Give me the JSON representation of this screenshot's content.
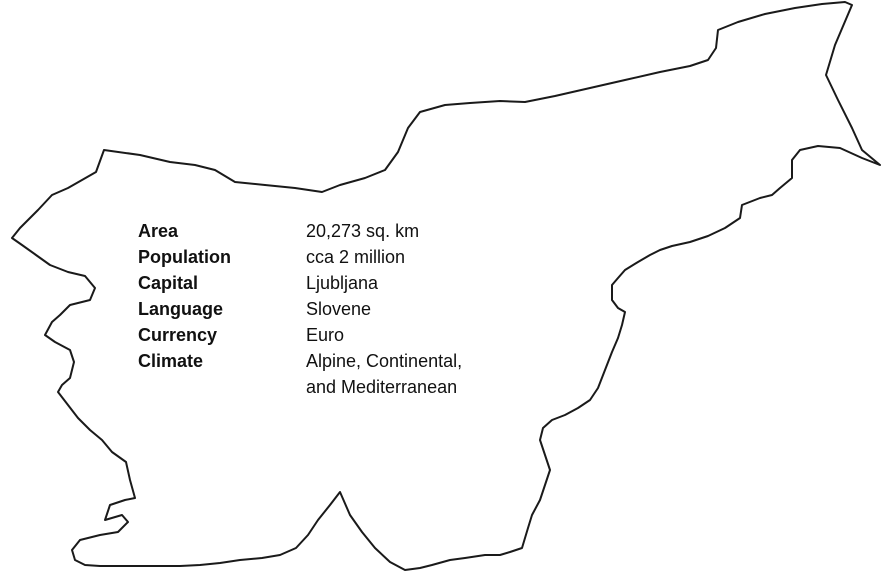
{
  "map": {
    "shape": "slovenia-outline",
    "stroke_color": "#1a1a1a",
    "background_color": "#ffffff"
  },
  "facts": [
    {
      "label": "Area",
      "value_lines": [
        "20,273 sq. km"
      ]
    },
    {
      "label": "Population",
      "value_lines": [
        "cca 2 million"
      ]
    },
    {
      "label": "Capital",
      "value_lines": [
        "Ljubljana"
      ]
    },
    {
      "label": "Language",
      "value_lines": [
        "Slovene"
      ]
    },
    {
      "label": "Currency",
      "value_lines": [
        "Euro"
      ]
    },
    {
      "label": "Climate",
      "value_lines": [
        "Alpine, Continental,",
        "and Mediterranean"
      ]
    }
  ]
}
